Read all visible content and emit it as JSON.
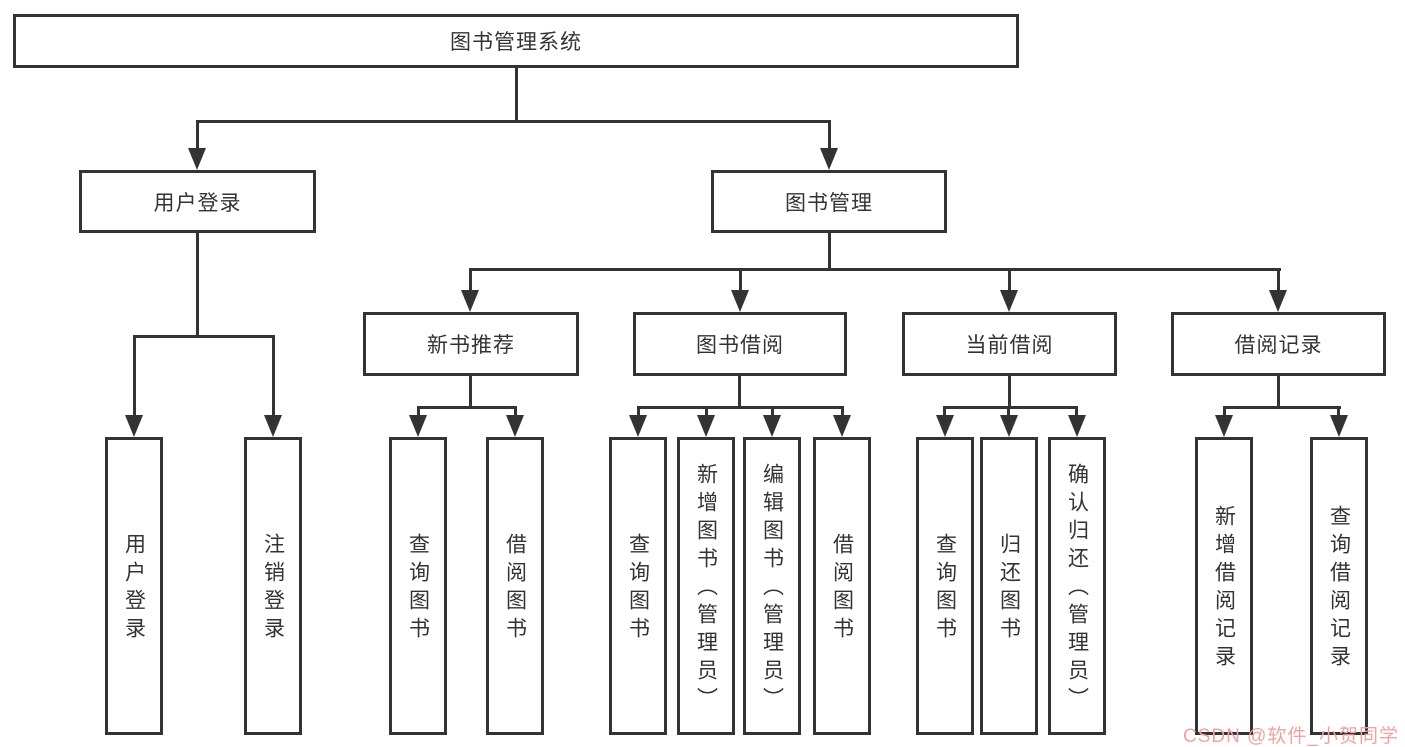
{
  "colors": {
    "line": "#333333",
    "border": "#333333",
    "box_background": "#ffffff",
    "text": "#333333",
    "watermark": "#f0a2a2",
    "page_background": "#ffffff"
  },
  "watermark": {
    "text": "CSDN @软件_小贺同学"
  },
  "diagram": {
    "type": "tree",
    "root": {
      "label": "图书管理系统"
    },
    "level2": [
      {
        "label": "用户登录"
      },
      {
        "label": "图书管理"
      }
    ],
    "categories": [
      {
        "label": "新书推荐",
        "parent": "图书管理"
      },
      {
        "label": "图书借阅",
        "parent": "图书管理"
      },
      {
        "label": "当前借阅",
        "parent": "图书管理"
      },
      {
        "label": "借阅记录",
        "parent": "图书管理"
      }
    ],
    "leaves": [
      {
        "label": "用户登录",
        "parent": "用户登录"
      },
      {
        "label": "注销登录",
        "parent": "用户登录"
      },
      {
        "label": "查询图书",
        "parent": "新书推荐"
      },
      {
        "label": "借阅图书",
        "parent": "新书推荐"
      },
      {
        "label": "查询图书",
        "parent": "图书借阅"
      },
      {
        "label": "新增图书（管理员）",
        "parent": "图书借阅"
      },
      {
        "label": "编辑图书（管理员）",
        "parent": "图书借阅"
      },
      {
        "label": "借阅图书",
        "parent": "图书借阅"
      },
      {
        "label": "查询图书",
        "parent": "当前借阅"
      },
      {
        "label": "归还图书",
        "parent": "当前借阅"
      },
      {
        "label": "确认归还（管理员）",
        "parent": "当前借阅"
      },
      {
        "label": "新增借阅记录",
        "parent": "借阅记录"
      },
      {
        "label": "查询借阅记录",
        "parent": "借阅记录"
      }
    ]
  }
}
